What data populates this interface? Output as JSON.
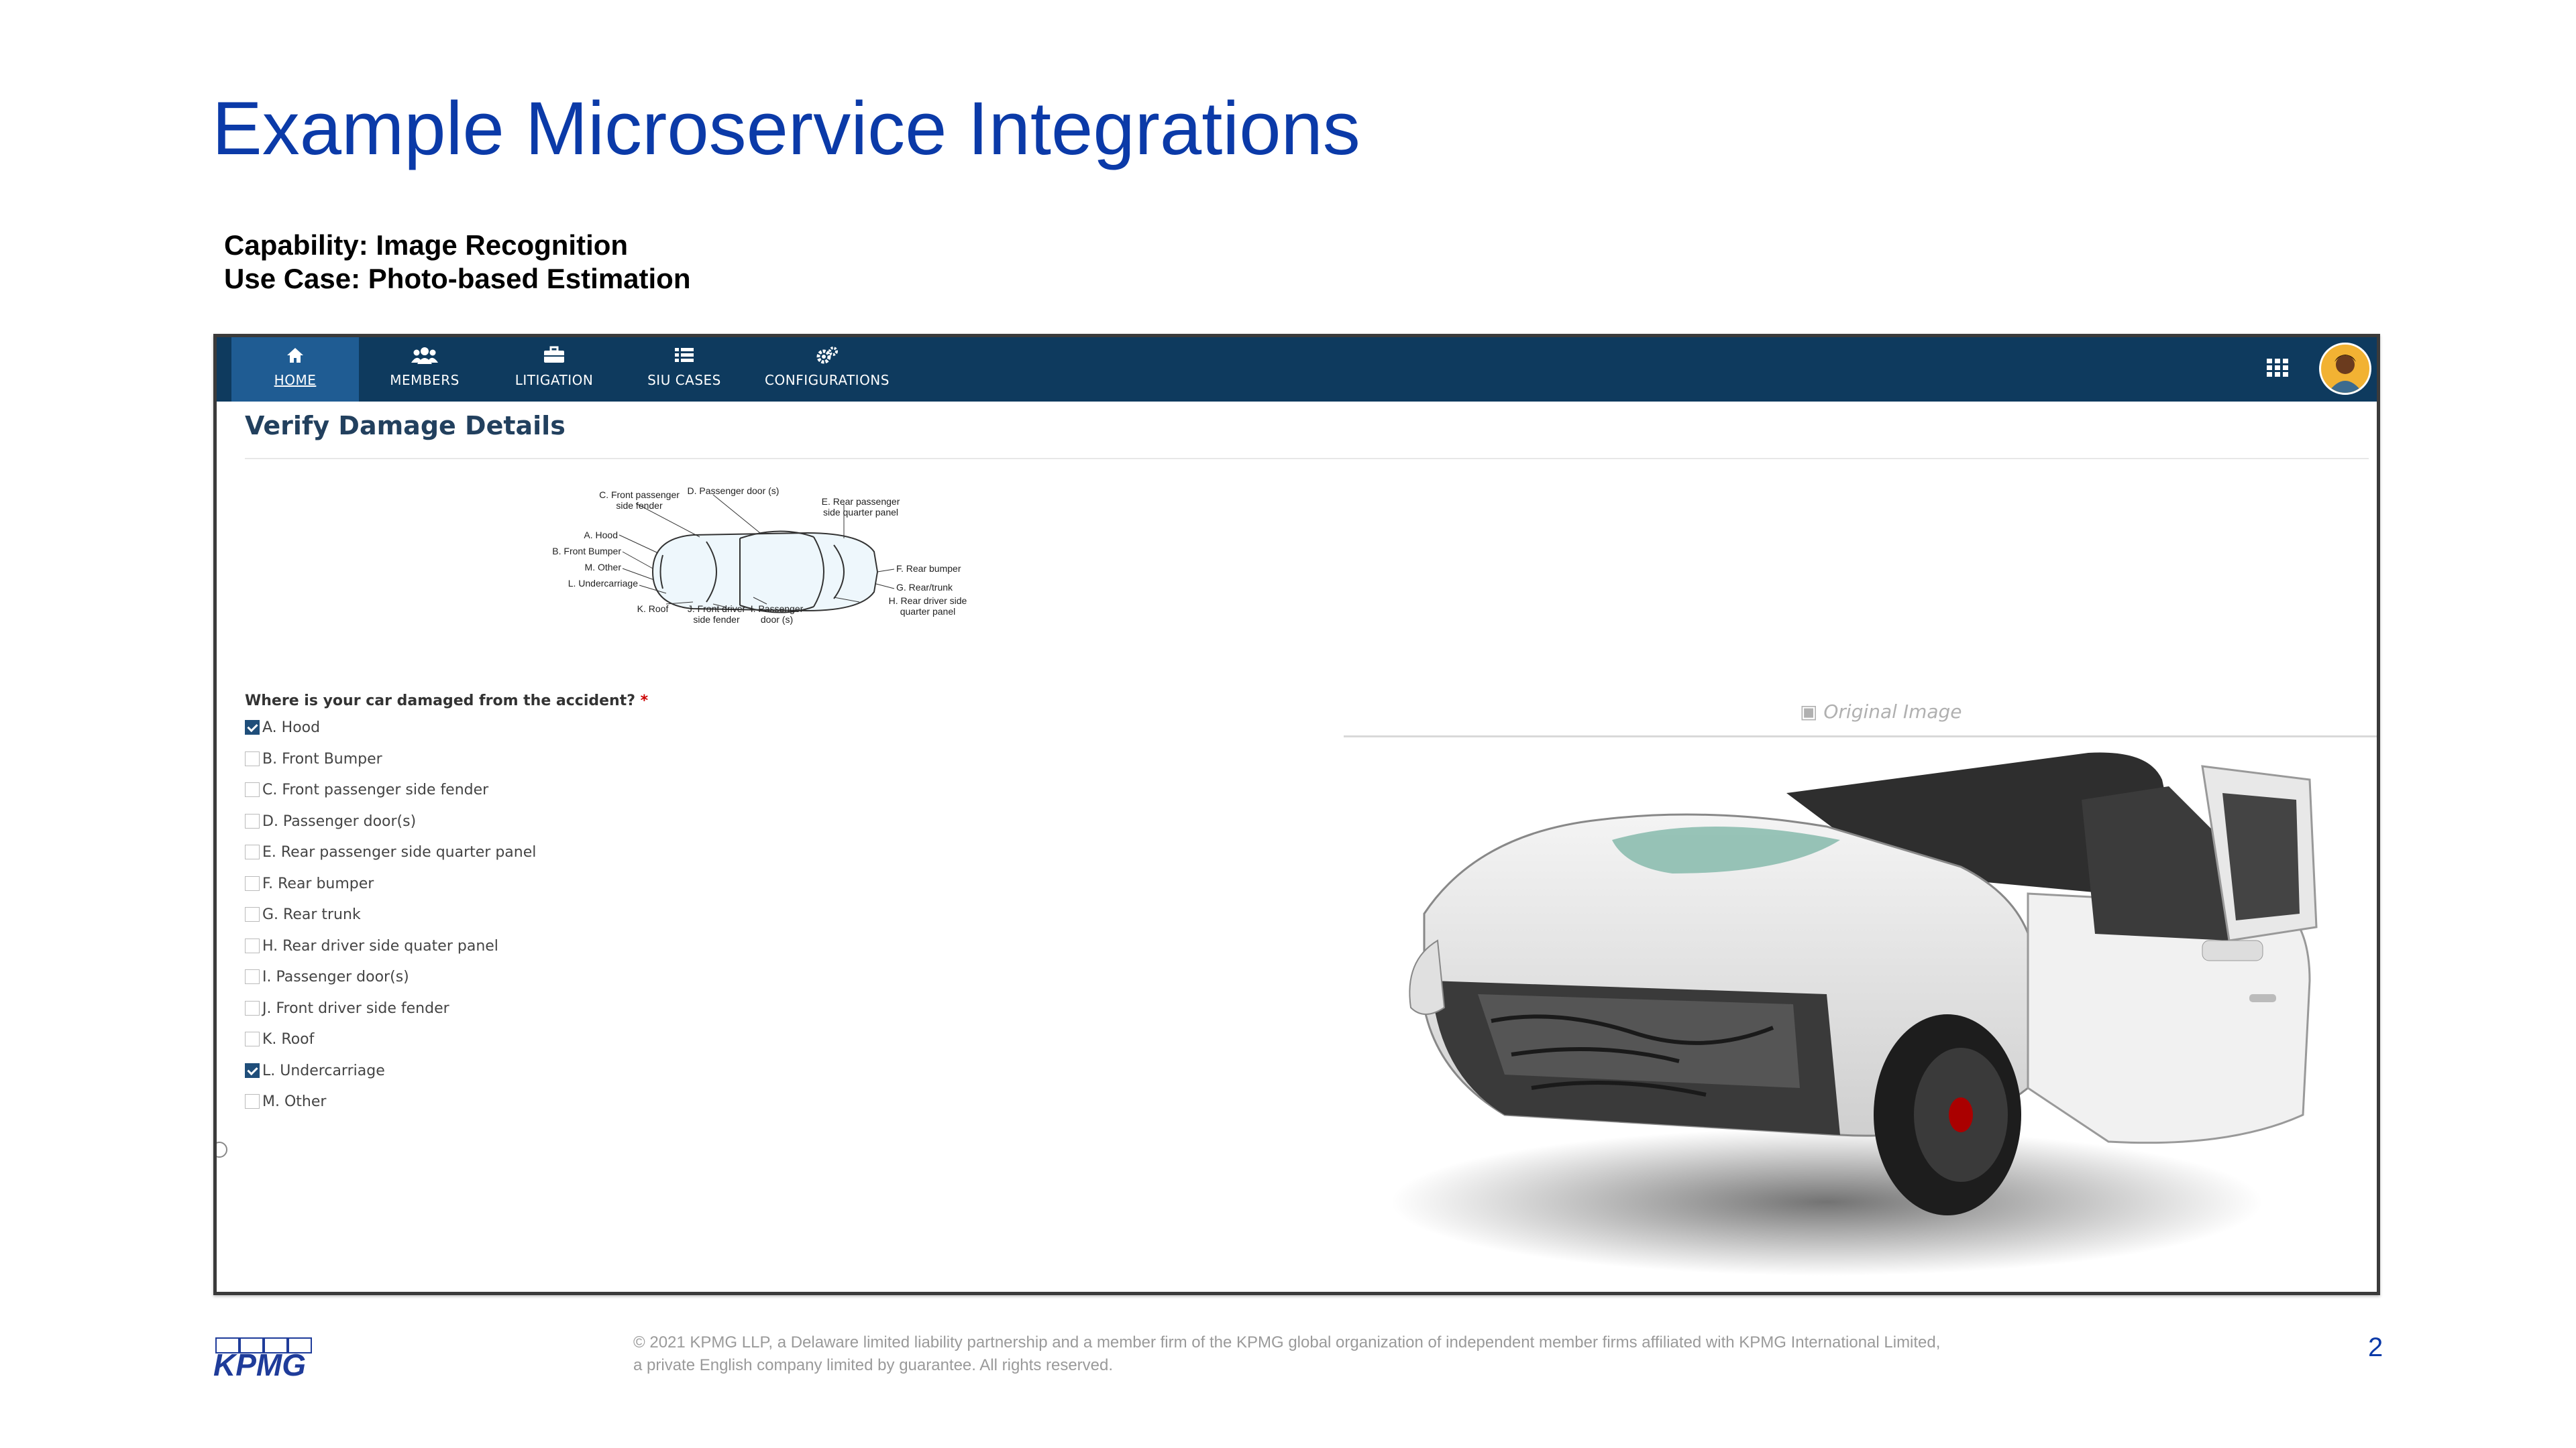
{
  "slide": {
    "title": "Example Microservice Integrations",
    "capability": "Capability: Image Recognition",
    "use_case": "Use Case: Photo-based Estimation",
    "page_number": "2",
    "footer_line1": "© 2021 KPMG LLP, a Delaware limited liability partnership and a member firm of the KPMG global organization of independent member firms affiliated with KPMG International Limited,",
    "footer_line2": "a private English company limited by guarantee. All rights reserved.",
    "logo_text": "KPMG"
  },
  "app": {
    "nav": [
      {
        "label": "Home",
        "icon": "home-icon",
        "active": true
      },
      {
        "label": "Members",
        "icon": "members-icon",
        "active": false
      },
      {
        "label": "Litigation",
        "icon": "briefcase-icon",
        "active": false
      },
      {
        "label": "SIU Cases",
        "icon": "list-icon",
        "active": false
      },
      {
        "label": "Configurations",
        "icon": "gears-icon",
        "active": false
      }
    ],
    "panel_title": "Verify Damage Details",
    "diagram_labels": {
      "c": [
        "C. Front passenger",
        "side fender"
      ],
      "d": [
        "D. Passenger door (s)"
      ],
      "e": [
        "E. Rear passenger",
        "side quarter panel"
      ],
      "a": [
        "A. Hood"
      ],
      "b": [
        "B. Front Bumper"
      ],
      "m": [
        "M. Other"
      ],
      "l": [
        "L. Undercarriage"
      ],
      "k": [
        "K. Roof"
      ],
      "j": [
        "J. Front driver",
        "side fender"
      ],
      "i": [
        "I. Passenger",
        "door (s)"
      ],
      "h": [
        "H. Rear driver side",
        "quarter panel"
      ],
      "f": [
        "F. Rear bumper"
      ],
      "g": [
        "G. Rear/trunk"
      ]
    },
    "question": "Where is your car damaged from the accident?",
    "required_mark": "*",
    "options": [
      {
        "label": "A. Hood",
        "checked": true
      },
      {
        "label": "B. Front Bumper",
        "checked": false
      },
      {
        "label": "C. Front passenger side fender",
        "checked": false
      },
      {
        "label": "D. Passenger door(s)",
        "checked": false
      },
      {
        "label": "E. Rear passenger side quarter panel",
        "checked": false
      },
      {
        "label": "F. Rear bumper",
        "checked": false
      },
      {
        "label": "G. Rear trunk",
        "checked": false
      },
      {
        "label": "H. Rear driver side quater panel",
        "checked": false
      },
      {
        "label": "I. Passenger door(s)",
        "checked": false
      },
      {
        "label": "J. Front driver side fender",
        "checked": false
      },
      {
        "label": "K. Roof",
        "checked": false
      },
      {
        "label": "L. Undercarriage",
        "checked": true
      },
      {
        "label": "M. Other",
        "checked": false
      }
    ],
    "original_image_caption": "Original Image"
  },
  "colors": {
    "title_blue": "#0b3aa8",
    "navbar": "#0e3a5e",
    "nav_active": "#1f5c93",
    "checkbox_checked": "#1f4e7a"
  }
}
